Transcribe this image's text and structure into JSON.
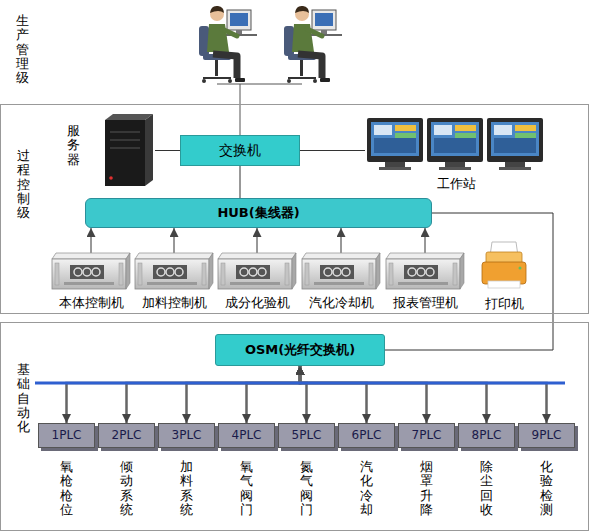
{
  "diagram": {
    "nodes": [
      {
        "text": [
          "过程控制级"
        ]
      },
      {
        "text": [
          "服务器"
        ],
        "in": 0
      },
      {
        "text": [
          "交换机"
        ],
        "in": 0
      },
      {
        "text": [
          "工作站"
        ],
        "in": 0
      },
      {
        "text": [
          "HUB(集线器)"
        ],
        "in": 0
      },
      {
        "text": [
          "本体控制机"
        ],
        "in": 0
      },
      {
        "text": [
          "加料控制机"
        ],
        "in": 0
      },
      {
        "text": [
          "成分化验机"
        ],
        "in": 0
      },
      {
        "text": [
          "汽化冷却机"
        ],
        "in": 0
      },
      {
        "text": [
          "报表管理机"
        ],
        "in": 0
      },
      {
        "text": [
          "打印机"
        ],
        "in": 0
      },
      {
        "text": [
          "基础自动化"
        ]
      },
      {
        "text": [
          "OSM(光纤交换机)"
        ],
        "in": 11
      },
      {
        "text": [
          "1PLC",
          "氧枪枪位"
        ],
        "in": 11
      },
      {
        "text": [
          "2PLC",
          "倾动系统"
        ],
        "in": 11
      },
      {
        "text": [
          "3PLC",
          "加料系统"
        ],
        "in": 11
      },
      {
        "text": [
          "4PLC",
          "氧气阀门"
        ],
        "in": 11
      },
      {
        "text": [
          "5PLC",
          "氮气阀门"
        ],
        "in": 11
      },
      {
        "text": [
          "6PLC",
          "汽化冷却"
        ],
        "in": 11
      },
      {
        "text": [
          "7PLC",
          "烟罩升降"
        ],
        "in": 11
      },
      {
        "text": [
          "8PLC",
          "除尘回收"
        ],
        "in": 11
      },
      {
        "text": [
          "9PLC",
          "化验检测"
        ],
        "in": 11
      }
    ],
    "edges": [
      {
        "from": 1,
        "to": 2,
        "arrow": "none"
      },
      {
        "from": 2,
        "to": 3,
        "arrow": "none"
      },
      {
        "from": 4,
        "to": 2,
        "arrow": "none"
      },
      {
        "from": 5,
        "to": 4,
        "arrow": "to"
      },
      {
        "from": 6,
        "to": 4,
        "arrow": "to"
      },
      {
        "from": 7,
        "to": 4,
        "arrow": "to"
      },
      {
        "from": 8,
        "to": 4,
        "arrow": "to"
      },
      {
        "from": 9,
        "to": 4,
        "arrow": "to"
      },
      {
        "from": 4,
        "to": 12,
        "arrow": "none"
      },
      {
        "from": 12,
        "to": 13,
        "arrow": "both"
      },
      {
        "from": 12,
        "to": 14,
        "arrow": "both"
      },
      {
        "from": 12,
        "to": 15,
        "arrow": "both"
      },
      {
        "from": 12,
        "to": 16,
        "arrow": "both"
      },
      {
        "from": 12,
        "to": 17,
        "arrow": "both"
      },
      {
        "from": 12,
        "to": 18,
        "arrow": "both"
      },
      {
        "from": 12,
        "to": 19,
        "arrow": "both"
      },
      {
        "from": 12,
        "to": 20,
        "arrow": "both"
      },
      {
        "from": 12,
        "to": 21,
        "arrow": "both"
      }
    ],
    "labels": [
      "生产管理级"
    ]
  }
}
